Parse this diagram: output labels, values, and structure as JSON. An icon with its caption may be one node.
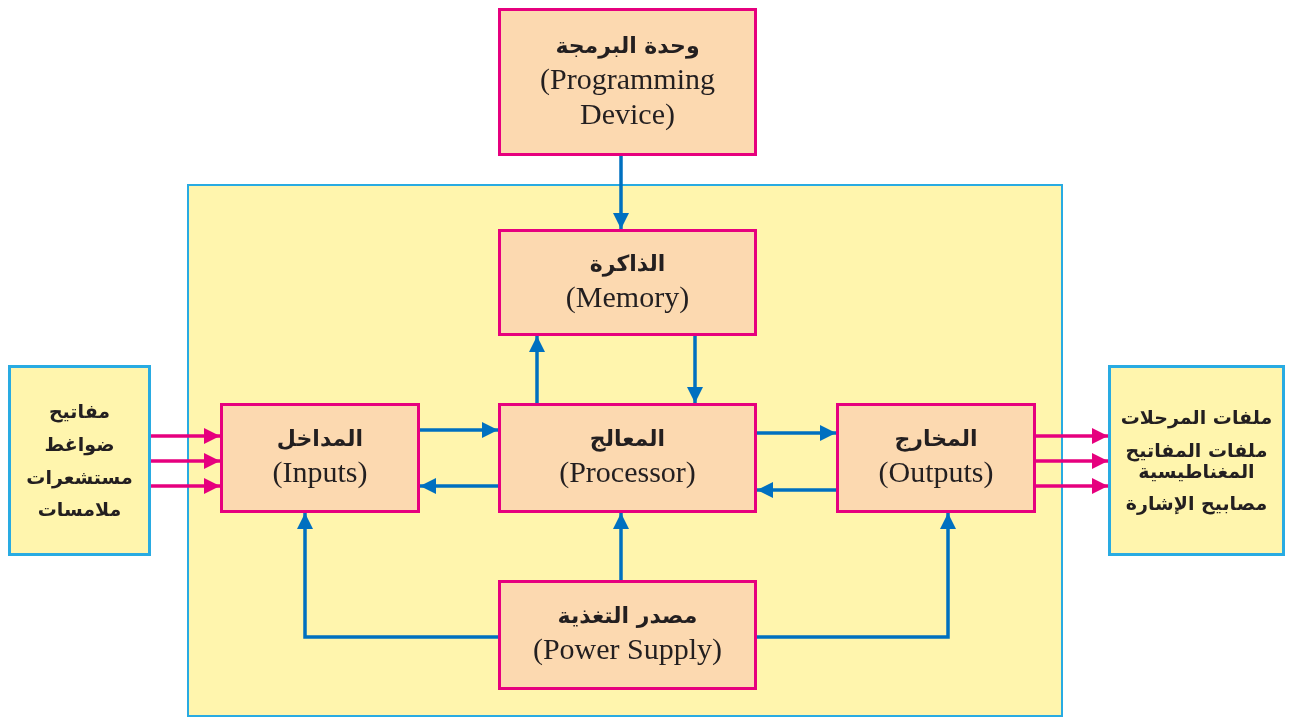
{
  "diagram": {
    "nodes": [
      {
        "text": [
          "وحدة البرمجة",
          "(Programming Device)"
        ]
      },
      {
        "text": [],
        "shape": "box"
      },
      {
        "text": [
          "الذاكرة",
          "(Memory)"
        ],
        "in": 1
      },
      {
        "text": [
          "مفاتيح",
          "ضواغط",
          "مستشعرات",
          "ملامسات"
        ]
      },
      {
        "text": [
          "المداخل",
          "(Inputs)"
        ],
        "in": 1
      },
      {
        "text": [
          "المعالج",
          "(Processor)"
        ],
        "in": 1
      },
      {
        "text": [
          "المخارج",
          "(Outputs)"
        ],
        "in": 1
      },
      {
        "text": [
          "ملفات المرحلات",
          "ملفات المفاتيح المغناطيسية",
          "مصابيح الإشارة"
        ]
      },
      {
        "text": [
          "مصدر التغذية",
          "(Power Supply)"
        ],
        "in": 1
      }
    ],
    "edges": [
      {
        "from": 0,
        "to": 2,
        "arrow": "to"
      },
      {
        "from": 5,
        "to": 2,
        "arrow": "to"
      },
      {
        "from": 2,
        "to": 5,
        "arrow": "to"
      },
      {
        "from": 3,
        "to": 4,
        "arrow": "to",
        "color": "#e6007e"
      },
      {
        "from": 3,
        "to": 4,
        "arrow": "to",
        "color": "#e6007e"
      },
      {
        "from": 3,
        "to": 4,
        "arrow": "to",
        "color": "#e6007e"
      },
      {
        "from": 4,
        "to": 5,
        "arrow": "to"
      },
      {
        "from": 5,
        "to": 4,
        "arrow": "to"
      },
      {
        "from": 5,
        "to": 6,
        "arrow": "to"
      },
      {
        "from": 6,
        "to": 5,
        "arrow": "to"
      },
      {
        "from": 6,
        "to": 7,
        "arrow": "to",
        "color": "#e6007e"
      },
      {
        "from": 6,
        "to": 7,
        "arrow": "to",
        "color": "#e6007e"
      },
      {
        "from": 6,
        "to": 7,
        "arrow": "to",
        "color": "#e6007e"
      },
      {
        "from": 8,
        "to": 4,
        "arrow": "to"
      },
      {
        "from": 8,
        "to": 5,
        "arrow": "to"
      },
      {
        "from": 8,
        "to": 6,
        "arrow": "to"
      }
    ]
  }
}
